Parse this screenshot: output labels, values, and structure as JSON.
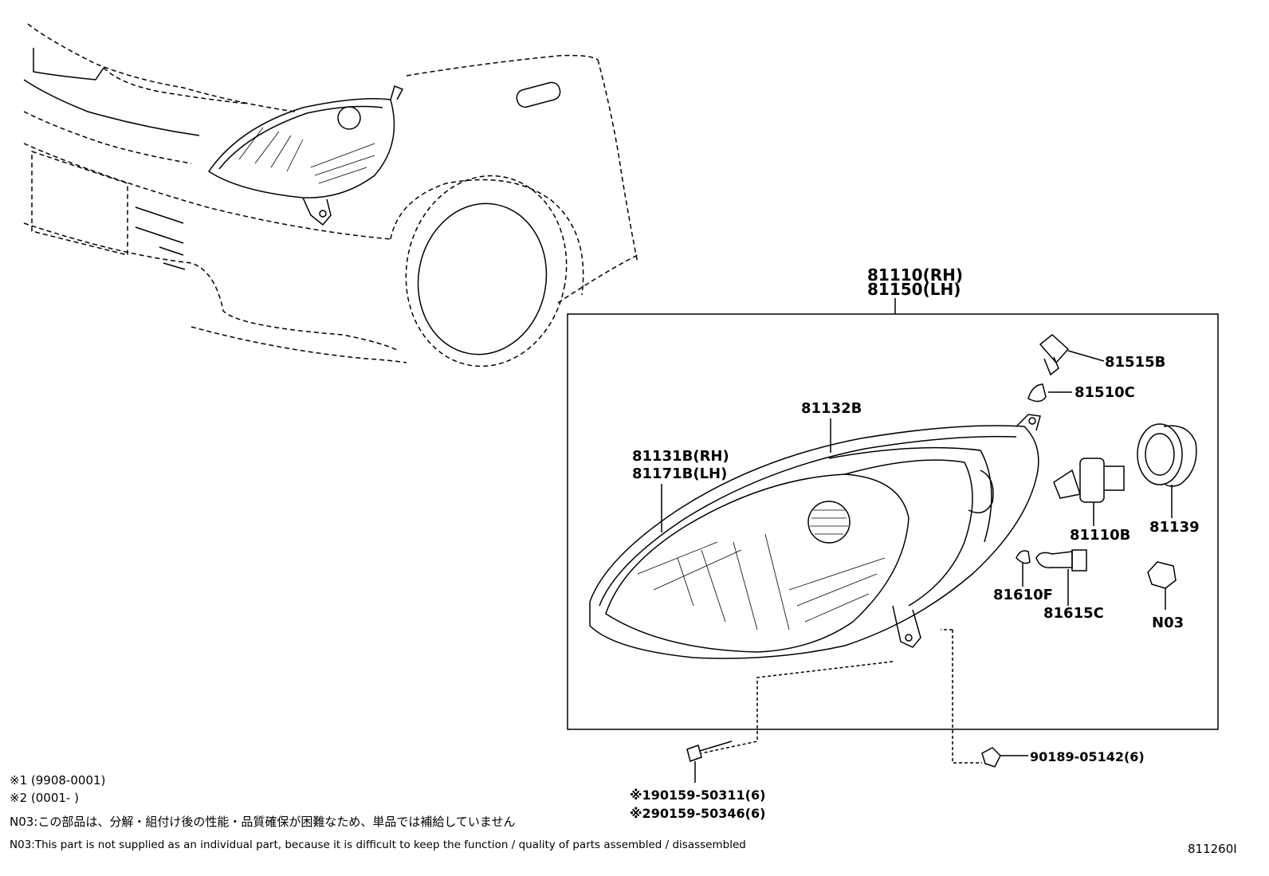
{
  "assembly": {
    "label_rh": "81110(RH)",
    "label_lh": "81150(LH)"
  },
  "parts": {
    "socket_small": "81515B",
    "bulb_small": "81510C",
    "housing": "81132B",
    "lens_rh": "81131B(RH)",
    "lens_lh": "81171B(LH)",
    "main_bulb": "81110B",
    "cap": "81139",
    "bulb_wedge": "81610F",
    "bulb_halogen": "81615C",
    "note_part": "N03",
    "clip": "90189-05142(6)",
    "screw_1": "※190159-50311(6)",
    "screw_2": "※290159-50346(6)"
  },
  "notes": {
    "period_1": "※1 (9908-0001)",
    "period_2": "※2 (0001-       )",
    "n03_jp": "N03:この部品は、分解・組付け後の性能・品質確保が困難なため、単品では補給していません",
    "n03_en": "N03:This part is not supplied as an individual part, because it is difficult to keep the function / quality of parts assembled / disassembled"
  },
  "diagram_id": "811260I"
}
